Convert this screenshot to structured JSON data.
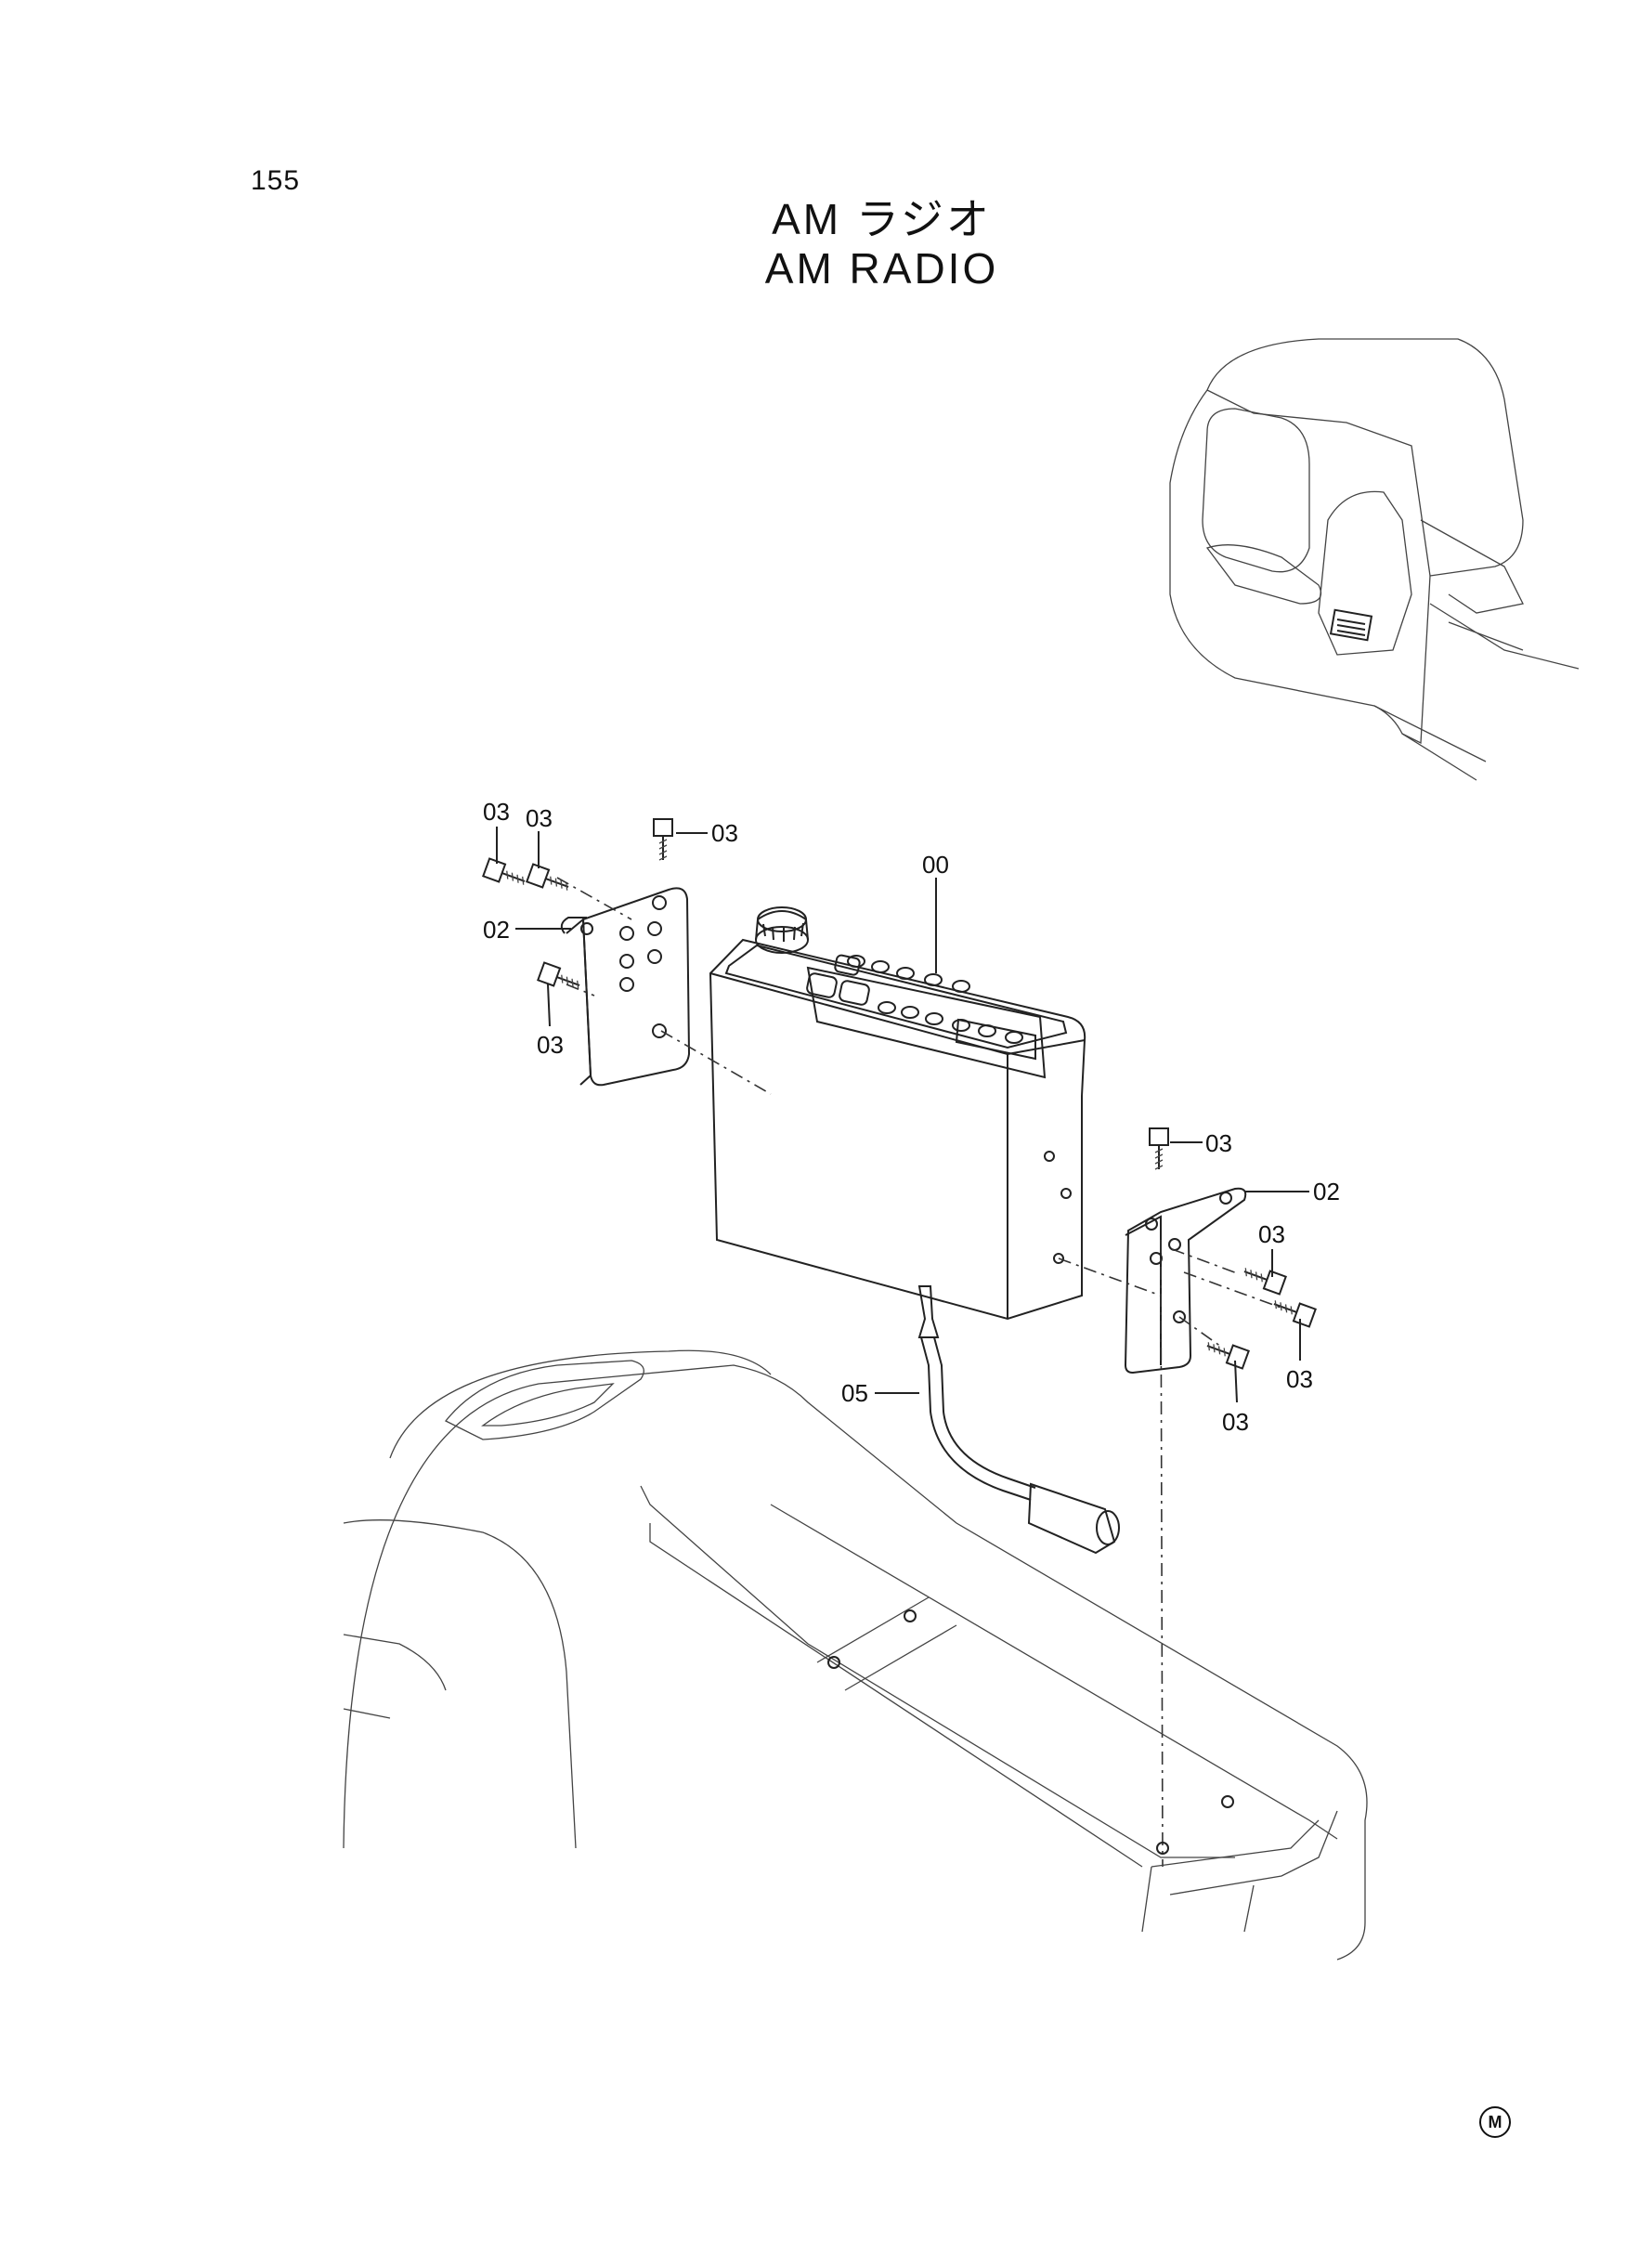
{
  "page": {
    "number": "155",
    "title_jp": "AM ラジオ",
    "title_en": "AM RADIO",
    "mark": "M"
  },
  "callouts": {
    "c00": "00",
    "c02_left": "02",
    "c02_right": "02",
    "c03_a": "03",
    "c03_b": "03",
    "c03_c": "03",
    "c03_d": "03",
    "c03_e": "03",
    "c03_f": "03",
    "c03_g": "03",
    "c03_h": "03",
    "c05": "05"
  }
}
